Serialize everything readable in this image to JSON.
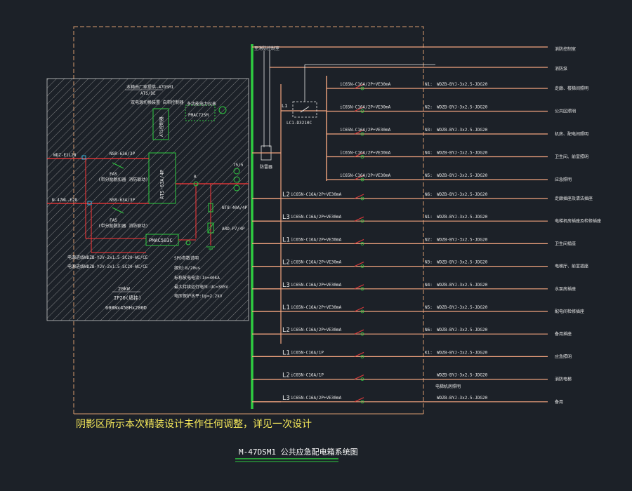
{
  "colors": {
    "background": "#1c2128",
    "bus": "#2ecc40",
    "feeder": "#f3a57f",
    "incoming": "#ff3838",
    "breaker": "#d23a3a",
    "frame": "#d79b6e",
    "note": "#f5e85a",
    "device": "#2ecc40"
  },
  "top_feed": {
    "label": "至消防控制室",
    "target": "消防控制室"
  },
  "second_feed": {
    "target": "消防泵"
  },
  "contactor": {
    "phase": "L1",
    "label": "LC1-D3210C",
    "surge": "防雷器"
  },
  "group_circuits": [
    {
      "breaker": "iC65N-C16A/2P+VE30mA",
      "circuit": "N1:",
      "cable": "WDZB-BYJ-3x2.5-JDG20",
      "load": "走廊、楼梯间照明"
    },
    {
      "breaker": "iC65N-C16A/2P+VE30mA",
      "circuit": "N2:",
      "cable": "WDZB-BYJ-3x2.5-JDG20",
      "load": "公共区照明"
    },
    {
      "breaker": "iC65N-C16A/2P+VE30mA",
      "circuit": "N3:",
      "cable": "WDZB-BYJ-3x2.5-JDG20",
      "load": "机房、配电间照明"
    },
    {
      "breaker": "iC65N-C16A/2P+VE30mA",
      "circuit": "N4:",
      "cable": "WDZB-BYJ-3x2.5-JDG20",
      "load": "卫生间、前室照明"
    },
    {
      "breaker": "iC65N-C16A/2P+VE30mA",
      "circuit": "N5:",
      "cable": "WDZB-BYJ-3x2.5-JDG20",
      "load": "应急照明"
    }
  ],
  "feeders": [
    {
      "phase": "L2",
      "breaker": "iC65N-C16A/2P+VE30mA",
      "circuit": "N6:",
      "cable": "WDZB-BYJ-3x2.5-JDG20",
      "load": "走廊插座及清洁插座"
    },
    {
      "phase": "L3",
      "breaker": "iC65N-C16A/2P+VE30mA",
      "circuit": "N1:",
      "cable": "WDZB-BYJ-3x2.5-JDG20",
      "load": "电梯机房插座及检修插座"
    },
    {
      "phase": "L1",
      "breaker": "iC65N-C16A/2P+VE30mA",
      "circuit": "N2:",
      "cable": "WDZB-BYJ-3x2.5-JDG20",
      "load": "卫生间插座"
    },
    {
      "phase": "L2",
      "breaker": "iC65N-C16A/2P+VE30mA",
      "circuit": "N3:",
      "cable": "WDZB-BYJ-3x2.5-JDG20",
      "load": "电梯厅、前室插座"
    },
    {
      "phase": "L3",
      "breaker": "iC65N-C16A/2P+VE30mA",
      "circuit": "N4:",
      "cable": "WDZB-BYJ-3x2.5-JDG20",
      "load": "水泵房插座"
    },
    {
      "phase": "L1",
      "breaker": "iC65N-C16A/2P+VE30mA",
      "circuit": "N5:",
      "cable": "WDZB-BYJ-3x2.5-JDG20",
      "load": "配电间检修插座"
    },
    {
      "phase": "L2",
      "breaker": "iC65N-C16A/2P+VE30mA",
      "circuit": "N6:",
      "cable": "WDZB-BYJ-3x2.5-JDG20",
      "load": "备用插座"
    },
    {
      "phase": "L1",
      "breaker": "iC65N-C16A/1P",
      "circuit": "K1:",
      "cable": "WDZB-BYJ-3x2.5-JDG20",
      "load": "应急照明"
    },
    {
      "phase": "L2",
      "breaker": "iC65N-C16A/1P",
      "circuit": "",
      "cable": "WDZB-BYJ-3x2.5-JDG20",
      "load": "消防电梯"
    },
    {
      "phase": "L3",
      "breaker": "iC65N-C16A/2P+VE30mA",
      "circuit": "",
      "cable": "WDZB-BYJ-3x2.5-JDG20",
      "load": "备用"
    }
  ],
  "feeder_extra_label": "电梯机房照明",
  "shaded_box": {
    "header": "本箱由厂家提供-47DSM1",
    "header2": "ATS/DE",
    "header3": "双电源切换装置 自带控制器",
    "ats_label": "ATS控制器",
    "pmac_top": "PMAC725M",
    "pmac_top_note": "多功能电力仪表",
    "ats_device": "ATS-63A/4P",
    "incoming_1": "WDZ-E1L28",
    "incoming_2": "N-47WL-E28",
    "breaker_1": "NSR-63A/3P",
    "breaker_2": "NSR-63A/3P",
    "fas_1": "FAS",
    "fas_1_note": "(带分励脱扣器 消防联动)",
    "fas_2": "FAS",
    "fas_2_note": "(带分励脱扣器 消防联动)",
    "pmac_bottom": "PMAC503C",
    "r_label": "R",
    "ct_label": "75/5",
    "main_breaker": "NT8-40A/4P",
    "spd": "ARD-P7/4P",
    "cable_1": "电源进线WDZB-YJV-2x1.5-SC20-WC/CE",
    "cable_2": "电源进线WDZB-YJV-2x1.5-SC20-WC/CE",
    "spd_title": "SPD参数说明",
    "spd_class": "级别:8/20us",
    "spd_line1": "标称放电电流:In=40kA",
    "spd_line2": "最大持续运行电压:UC=385V",
    "spd_line3": "电压保护水平:Up=2.2kV",
    "power": "20kW",
    "standard": "IP20(墙挂)",
    "size": "600Wx450Hx200D"
  },
  "note_text": "阴影区所示本次精装设计未作任何调整，详见一次设计",
  "drawing_title": "M-47DSM1 公共应急配电箱系统图"
}
